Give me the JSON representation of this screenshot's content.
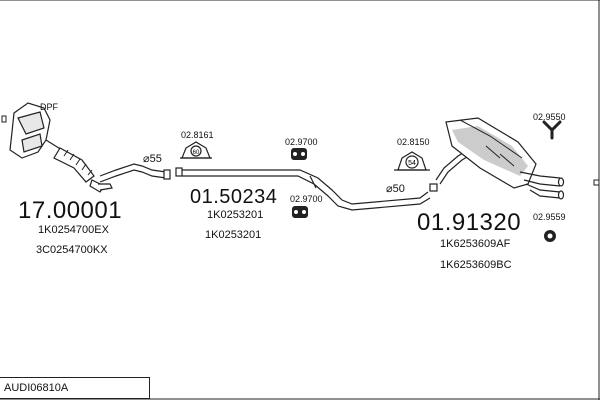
{
  "diagram_code": "AUDI06810A",
  "pipe_labels": {
    "front_diameter": "⌀55",
    "rear_diameter": "⌀50",
    "dpf": "DPF"
  },
  "assemblies": [
    {
      "number": "17.00001",
      "parts": [
        "1K0254700EX",
        "3C0254700KX"
      ]
    },
    {
      "number": "01.50234",
      "parts": [
        "1K0253201",
        "1K0253201"
      ]
    },
    {
      "number": "01.91320",
      "parts": [
        "1K6253609AF",
        "1K6253609BC"
      ]
    }
  ],
  "accessories": {
    "a1": "02.8161",
    "a2": "02.9700",
    "a3": "02.9700",
    "a4": "02.8150",
    "a4_badge": "54",
    "a5": "02.9550",
    "a6": "02.9559",
    "a1_badge": "60"
  },
  "colors": {
    "stroke": "#222222",
    "fill": "#ffffff",
    "shade": "#bbbbbb"
  }
}
